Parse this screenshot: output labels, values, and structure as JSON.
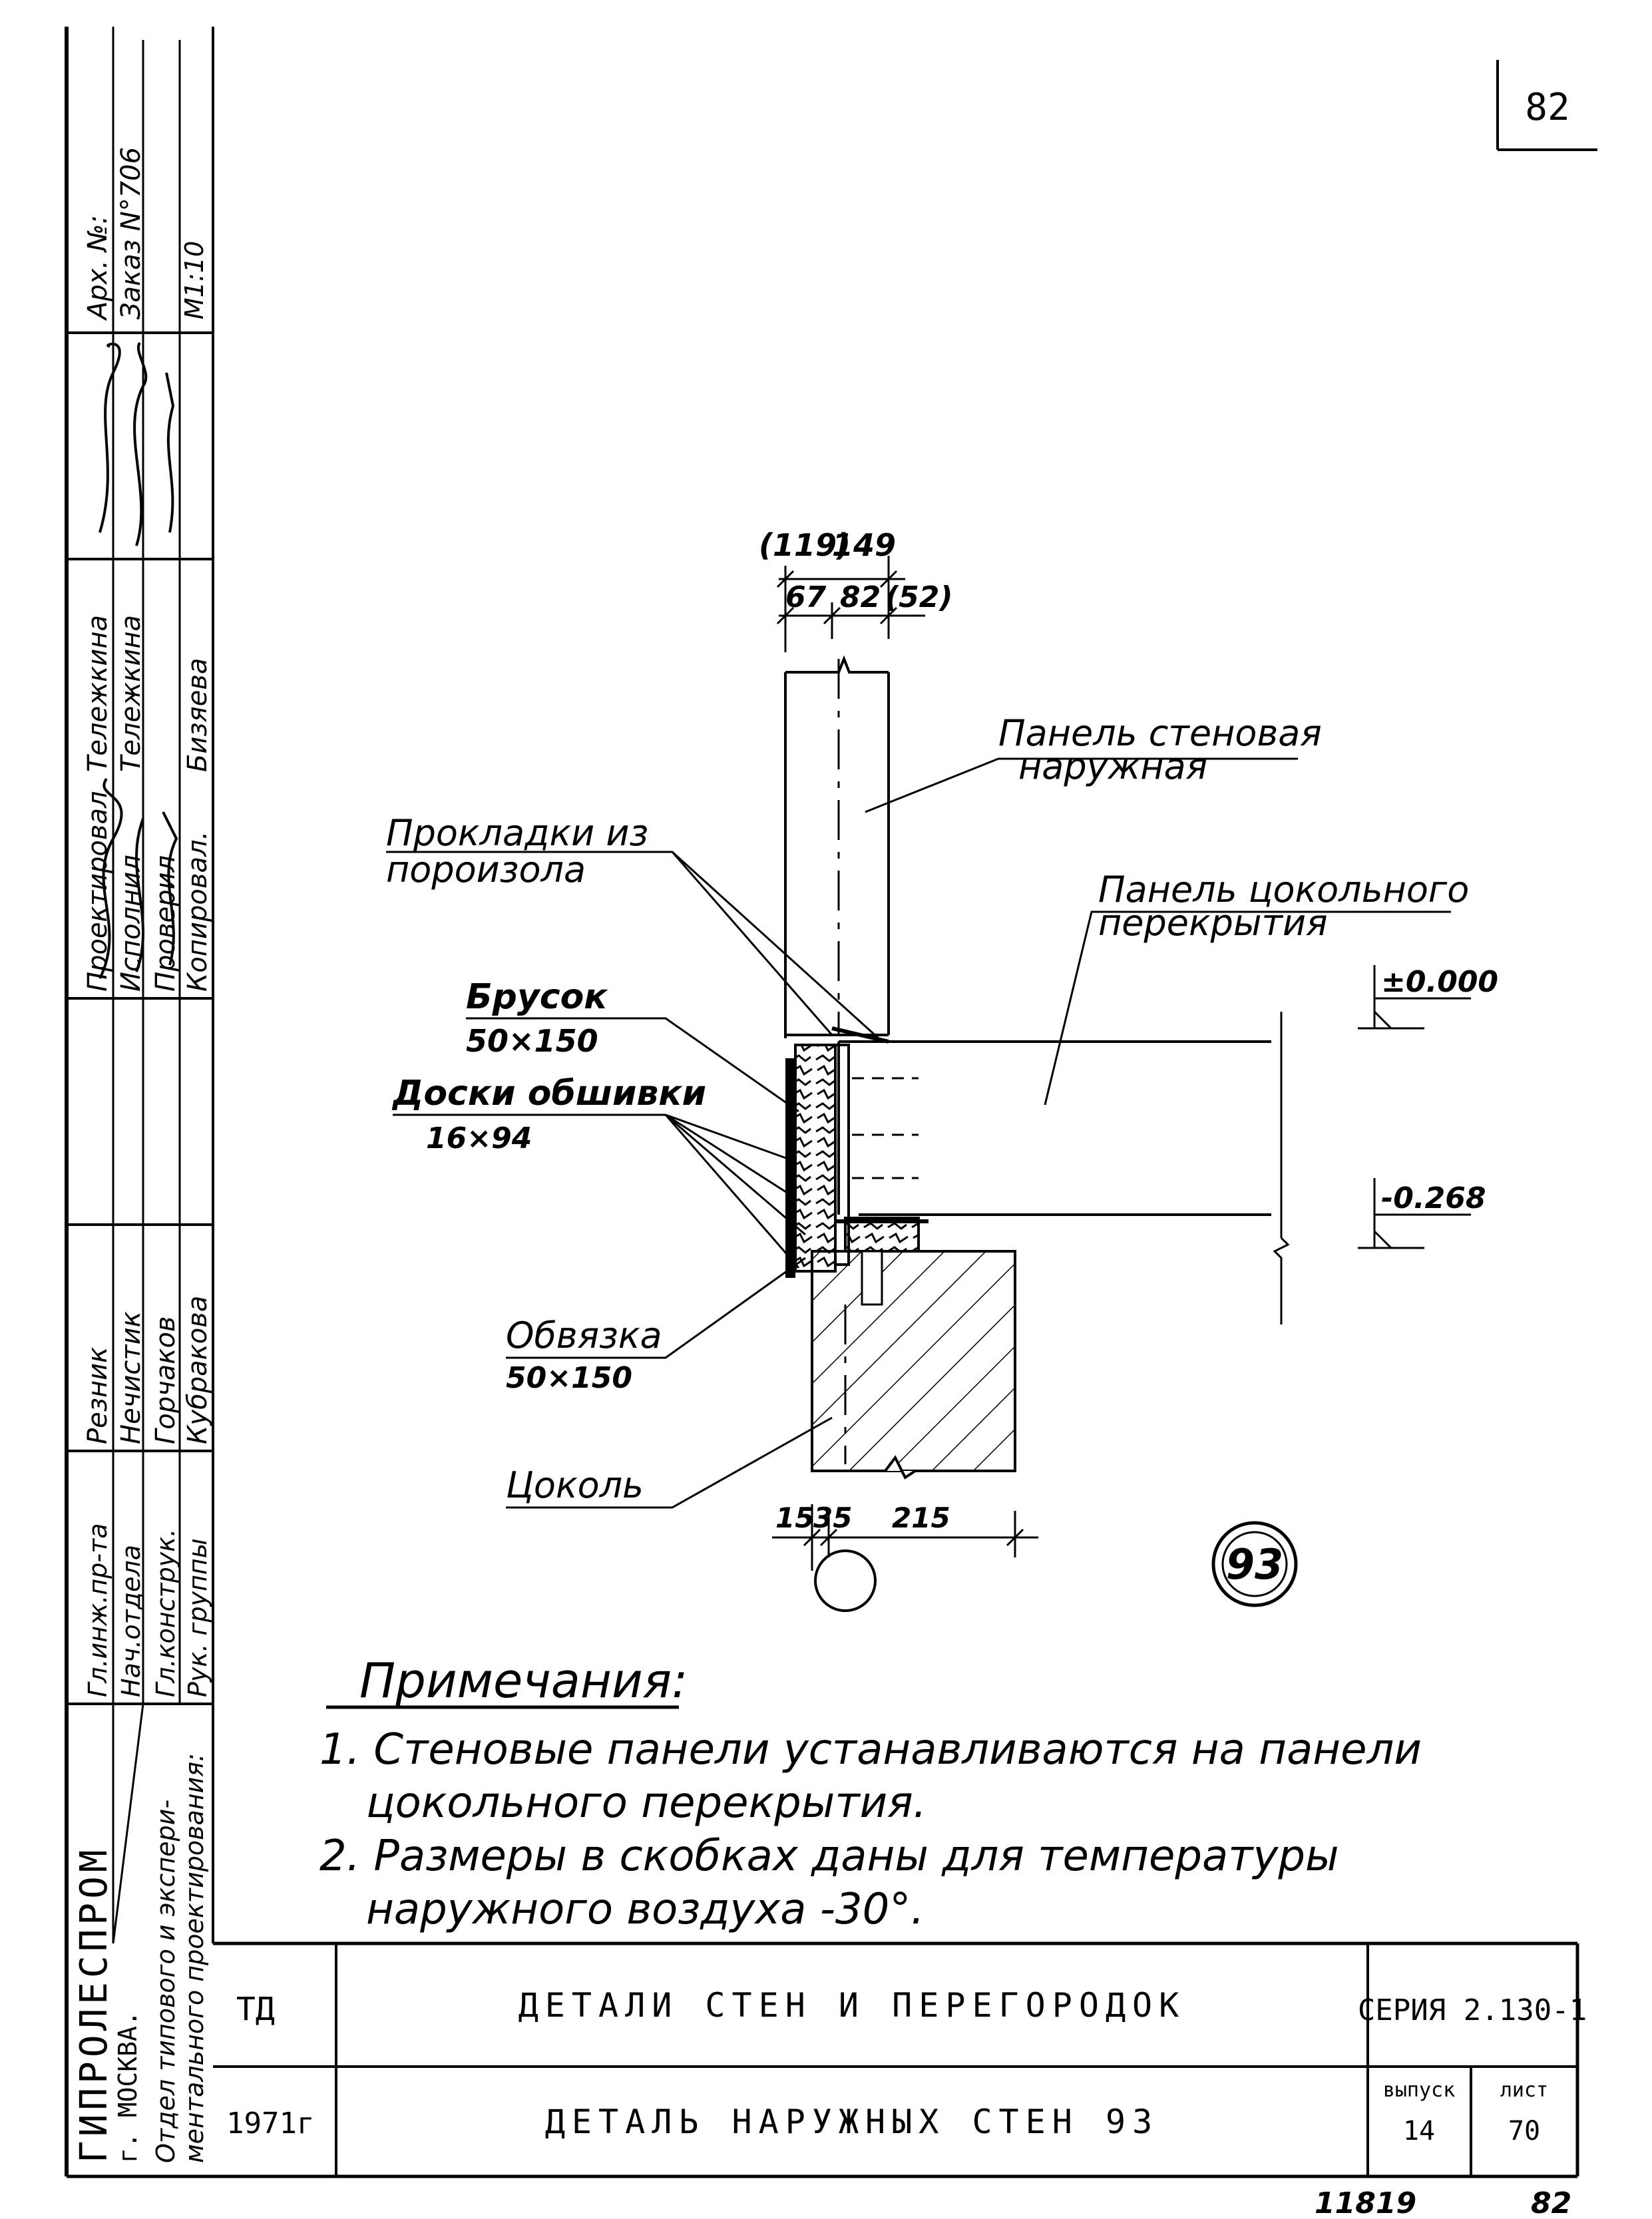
{
  "page_number": "82",
  "side_stamp": {
    "archive_no": "Арх. №:",
    "order_no": "Заказ N°706",
    "scale": "М1:10",
    "roles_left": [
      "Проектировал",
      "Исполнил",
      "Проверил",
      "Копировал."
    ],
    "names_left": [
      "Тележкина",
      "Тележкина",
      "Бизяева"
    ],
    "roles_right": [
      "Гл.инж.пр-та",
      "Нач.отдела",
      "Гл.конструк.",
      "Рук. группы"
    ],
    "names_right": [
      "Резник",
      "Нечистик",
      "Горчаков",
      "Кубракова"
    ],
    "org_name": "ГИПРОЛЕСПРОМ",
    "org_city": "г. МОСКВА.",
    "org_dept_1": "Отдел типового и экспери-",
    "org_dept_2": "ментального проектирования:"
  },
  "drawing": {
    "dim_top_1": "(119)",
    "dim_top_2": "149",
    "dim_mid_1": "67",
    "dim_mid_2": "82",
    "dim_mid_3": "(52)",
    "dim_bottom_1": "15",
    "dim_bottom_2": "35",
    "dim_bottom_3": "215",
    "level_top": "±0.000",
    "level_bottom": "-0.268",
    "label_wall_panel_1": "Панель стеновая",
    "label_wall_panel_2": "наружная",
    "label_gaskets_1": "Прокладки из",
    "label_gaskets_2": "пороизола",
    "label_floor_panel_1": "Панель цокольного",
    "label_floor_panel_2": "перекрытия",
    "label_bar_1": "Брусок",
    "label_bar_2": "50×150",
    "label_boards_1": "Доски обшивки",
    "label_boards_2": "16×94",
    "label_binding_1": "Обвязка",
    "label_binding_2": "50×150",
    "label_plinth": "Цоколь",
    "detail_number": "93"
  },
  "notes": {
    "title": "Примечания:",
    "line_1": "1. Стеновые панели устанавливаются на панели",
    "line_2": "цокольного перекрытия.",
    "line_3": "2. Размеры в скобках даны для температуры",
    "line_4": "наружного воздуха -30°."
  },
  "title_block": {
    "code": "ТД",
    "year": "1971г",
    "title_1": "ДЕТАЛИ СТЕН И ПЕРЕГОРОДОК",
    "title_2": "ДЕТАЛЬ НАРУЖНЫХ СТЕН 93",
    "series": "СЕРИЯ 2.130-1",
    "issue_label": "выпуск",
    "issue_value": "14",
    "sheet_label": "лист",
    "sheet_value": "70"
  },
  "footer": {
    "number_1": "11819",
    "number_2": "82"
  }
}
